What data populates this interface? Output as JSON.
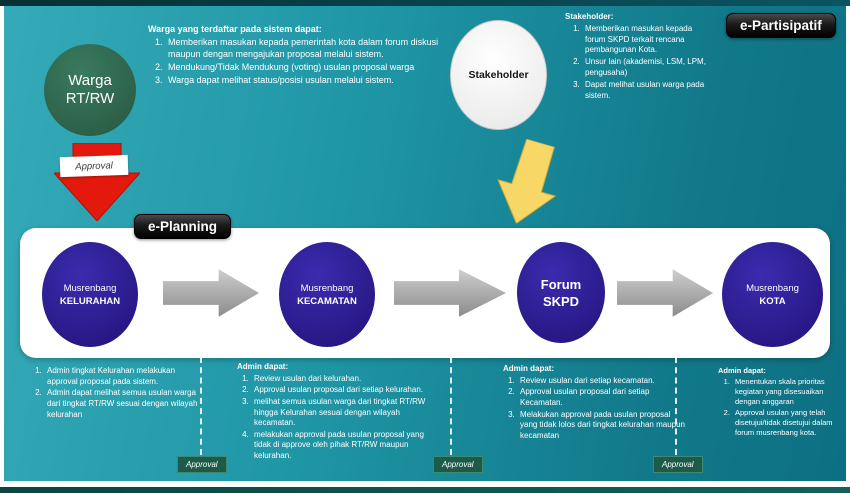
{
  "colors": {
    "background_teal": "#1f96a6",
    "stage_circle_indigo": "#2a1a92",
    "warga_circle_green": "#2e6a52",
    "red_arrow": "#e2190c",
    "yellow_arrow": "#f7d765",
    "approval_badge_green": "#1d5a4a",
    "badge_black": "#121212",
    "band_white": "#ffffff"
  },
  "warga": {
    "circle_line1": "Warga",
    "circle_line2": "RT/RW",
    "notes_title": "Warga yang terdaftar pada sistem dapat:",
    "notes": [
      "Memberikan masukan kepada pemerintah kota dalam forum diskusi maupun dengan mengajukan proposal melalui sistem.",
      "Mendukung/Tidak Mendukung (voting) usulan proposal warga",
      "Warga dapat melihat status/posisi usulan melalui sistem."
    ],
    "approval_label": "Approval"
  },
  "stakeholder": {
    "circle_label": "Stakeholder",
    "notes_title": "Stakeholder:",
    "notes": [
      "Memberikan masukan kepada forum SKPD terkait rencana pembangunan Kota.",
      "Unsur lain (akademisi, LSM, LPM, pengusaha)",
      "Dapat melihat usulan warga pada sistem."
    ]
  },
  "badges": {
    "e_planning": "e-Planning",
    "e_partisipatif": "e-Partisipatif"
  },
  "flow_stages": [
    {
      "line1": "Musrenbang",
      "line2": "KELURAHAN"
    },
    {
      "line1": "Musrenbang",
      "line2": "KECAMATAN"
    },
    {
      "line1": "Forum",
      "line2": "SKPD"
    },
    {
      "line1": "Musrenbang",
      "line2": "KOTA"
    }
  ],
  "admin_columns": [
    {
      "items": [
        "Admin tingkat Kelurahan melakukan approval proposal pada sistem.",
        "Admin dapat melihat semua usulan warga dari tingkat RT/RW sesuai dengan wilayah kelurahan"
      ]
    },
    {
      "title": "Admin dapat:",
      "items": [
        "Review usulan dari kelurahan.",
        "Approval usulan proposal dari setiap kelurahan.",
        "melihat semua usulan warga dari tingkat RT/RW hingga Kelurahan sesuai dengan wilayah kecamatan.",
        "melakukan approval pada usulan proposal yang tidak di approve oleh pihak RT/RW maupun kelurahan."
      ]
    },
    {
      "title": "Admin dapat:",
      "items": [
        "Review usulan dari setiap kecamatan.",
        "Approval usulan proposal dari setiap Kecamatan.",
        "Melakukan approval pada usulan proposal yang tidak lolos dari tingkat kelurahan maupun kecamatan"
      ]
    },
    {
      "title": "Admin dapat:",
      "items": [
        "Menentukan skala prioritas kegiatan yang disesuaikan dengan anggaran",
        "Approval usulan yang telah disetujui/tidak disetujui dalam forum musrenbang kota."
      ]
    }
  ],
  "approval_markers": [
    "Approval",
    "Approval",
    "Approval"
  ]
}
